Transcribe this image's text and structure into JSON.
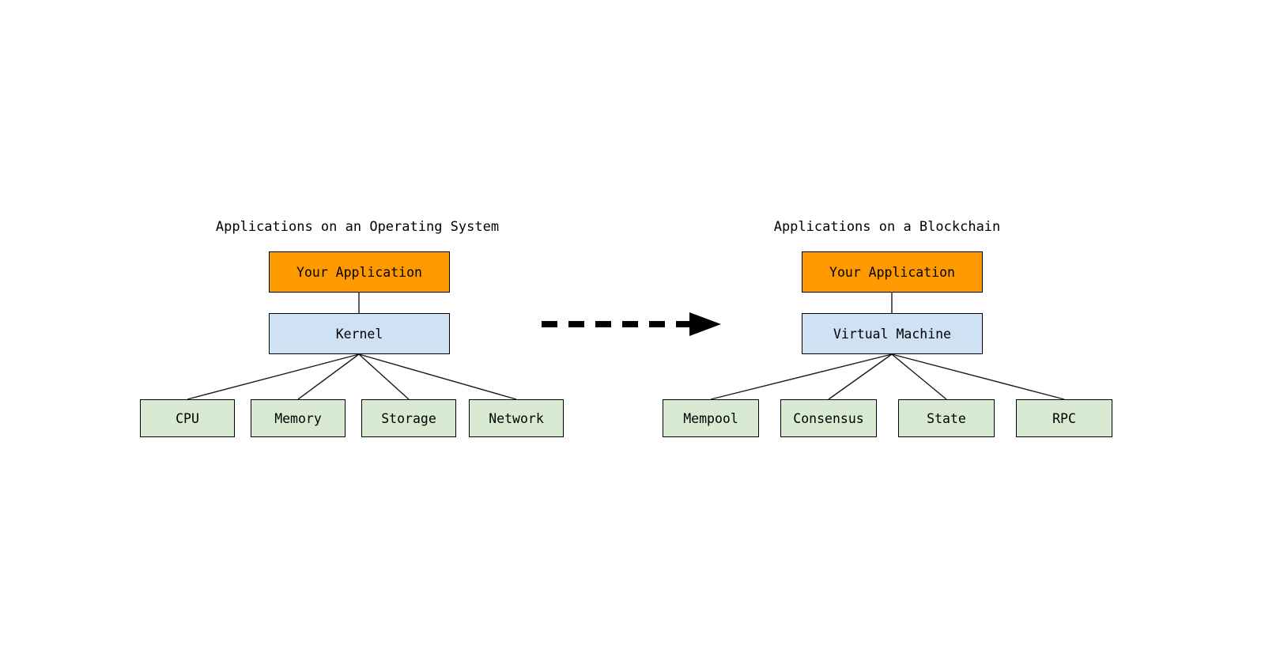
{
  "diagram": {
    "left": {
      "title": "Applications on an Operating System",
      "app_box": "Your Application",
      "platform_box": "Kernel",
      "children": [
        "CPU",
        "Memory",
        "Storage",
        "Network"
      ]
    },
    "right": {
      "title": "Applications on a Blockchain",
      "app_box": "Your Application",
      "platform_box": "Virtual Machine",
      "children": [
        "Mempool",
        "Consensus",
        "State",
        "RPC"
      ]
    },
    "colors": {
      "background": "#FFFFFF",
      "app_box_fill": "#FF9900",
      "platform_box_fill": "#CFE2F3",
      "child_box_fill": "#D9EAD3",
      "box_border": "#000000",
      "connector": "#1A1A1A",
      "arrow": "#000000",
      "text": "#000000"
    }
  }
}
